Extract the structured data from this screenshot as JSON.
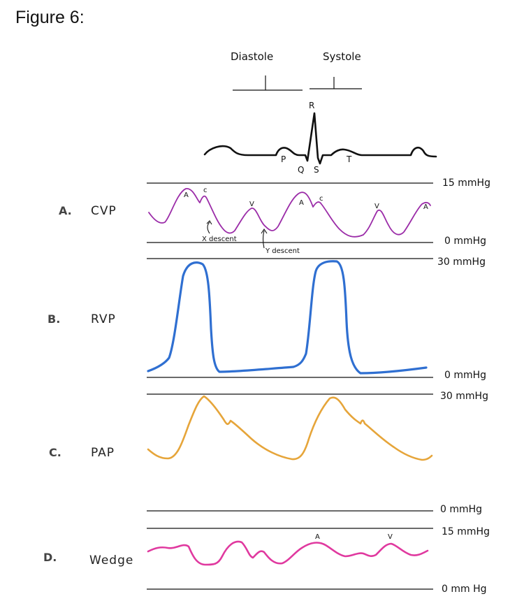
{
  "figure": {
    "caption": "Figure 6:"
  },
  "cycle": {
    "diastole": "Diastole",
    "systole": "Systole"
  },
  "ecg": {
    "labels": {
      "p": "P",
      "q": "Q",
      "r": "R",
      "s": "S",
      "t": "T"
    },
    "color": "#111111"
  },
  "panels": {
    "cvp": {
      "letter": "A.",
      "name": "CVP",
      "top_scale": "15 mmHg",
      "bottom_scale": "0 mmHg",
      "color": "#9b2ca8",
      "annotations": {
        "a1": "A",
        "c1": "c",
        "v1": "V",
        "a2": "A",
        "c2": "c",
        "v2": "V",
        "a3": "A"
      },
      "x_descent": "X descent",
      "y_descent": "Y descent"
    },
    "rvp": {
      "letter": "B.",
      "name": "RVP",
      "top_scale": "30 mmHg",
      "bottom_scale": "0 mmHg",
      "color": "#2f6fd1"
    },
    "pap": {
      "letter": "C.",
      "name": "PAP",
      "top_scale": "30 mmHg",
      "bottom_scale": "0 mmHg",
      "color": "#e6a53a"
    },
    "wedge": {
      "letter": "D.",
      "name": "Wedge",
      "top_scale": "15 mmHg",
      "bottom_scale": "0 mm Hg",
      "color": "#e0399f",
      "annotations": {
        "a": "A",
        "v": "V"
      }
    }
  }
}
